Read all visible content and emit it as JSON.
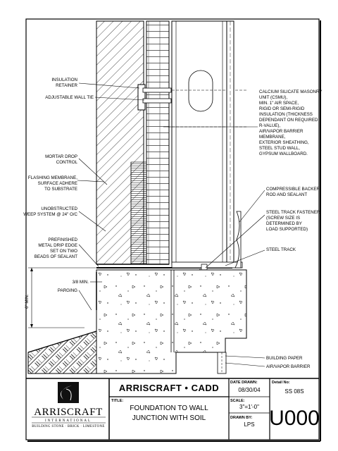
{
  "labels_left": [
    "INSULATION",
    "RETAINER",
    "ADJUSTABLE WALL TIE",
    "MORTAR DROP",
    "CONTROL",
    "FLASHING MEMBRANE,",
    "SURFACE ADHERE",
    "TO SUBSTRATE",
    "UNOBSTRUCTED",
    "WEEP SYSTEM @ 24\" O/C",
    "PREFINISHED",
    "METAL DRIP EDGE",
    "SET ON TWO",
    "BEADS OF SEALANT",
    "3/8 MIN.",
    "PARGING",
    "6\" MIN."
  ],
  "labels_right": [
    "CALCIUM SILICATE MASONRY",
    "UNIT (CSMU),",
    "MIN. 1\" AIR SPACE,",
    "RIGID OR SEMI-RIGID",
    "INSULATION (THICKNESS",
    "DEPENDANT ON REQUIRED",
    "R-VALUE),",
    "AIR/VAPOR BARRIER",
    "MEMBRANE,",
    "EXTERIOR SHEATHING,",
    "STEEL STUD WALL,",
    "GYPSUM WALLBOARD.",
    "COMPRESSIBLE BACKER",
    "ROD AND SEALANT",
    "STEEL TRACK FASTENER",
    "(SCREW SIZE IS",
    "DETERMINED BY",
    "LOAD SUPPORTED)",
    "STEEL TRACK",
    "BUILDING PAPER",
    "AIR/VAPOR BARRIER"
  ],
  "title_block": {
    "brand": "ARRISCRAFT • CADD",
    "title_label": "TITLE:",
    "title_line1": "FOUNDATION TO WALL",
    "title_line2": "JUNCTION WITH SOIL",
    "date_label": "DATE DRAWN:",
    "date": "08/30/04",
    "scale_label": "SCALE:",
    "scale": "3\"=1'-0\"",
    "drawn_label": "DRAWN BY:",
    "drawn": "LPS",
    "detail_label": "Detail No:",
    "detail_no": "SS 08S",
    "sheet": "U000"
  },
  "logo": {
    "name": "ARRISCRAFT",
    "sub1": "INTERNATIONAL",
    "sub2": "BUILDING STONE · BRICK · LIMESTONE"
  }
}
